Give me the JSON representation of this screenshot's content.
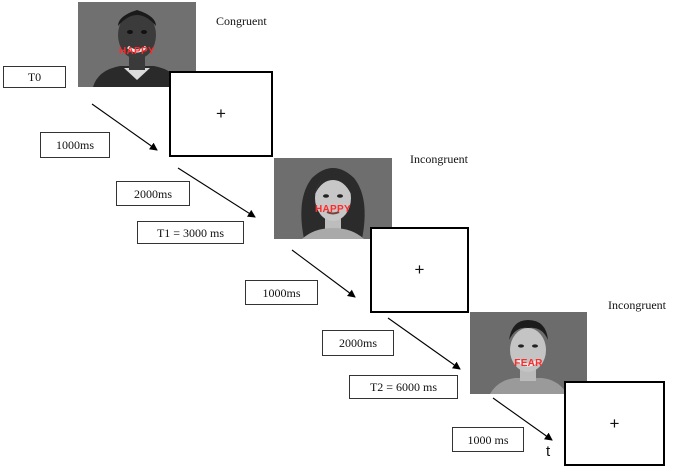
{
  "trials": [
    {
      "condition": "Congruent",
      "word": "HAPPY"
    },
    {
      "condition": "Incongruent",
      "word": "HAPPY"
    },
    {
      "condition": "Incongruent",
      "word": "FEAR"
    }
  ],
  "fixation_symbol": "+",
  "time_labels": {
    "t0": "T0",
    "d1": "1000ms",
    "d2": "2000ms",
    "t1": "T1 = 3000 ms",
    "d3": "1000ms",
    "d4": "2000ms",
    "t2": "T2 = 6000 ms",
    "d5": "1000 ms"
  },
  "axis_label": "t",
  "colors": {
    "word": "#ff2b2b",
    "photo_background": "#6b6b6b"
  }
}
